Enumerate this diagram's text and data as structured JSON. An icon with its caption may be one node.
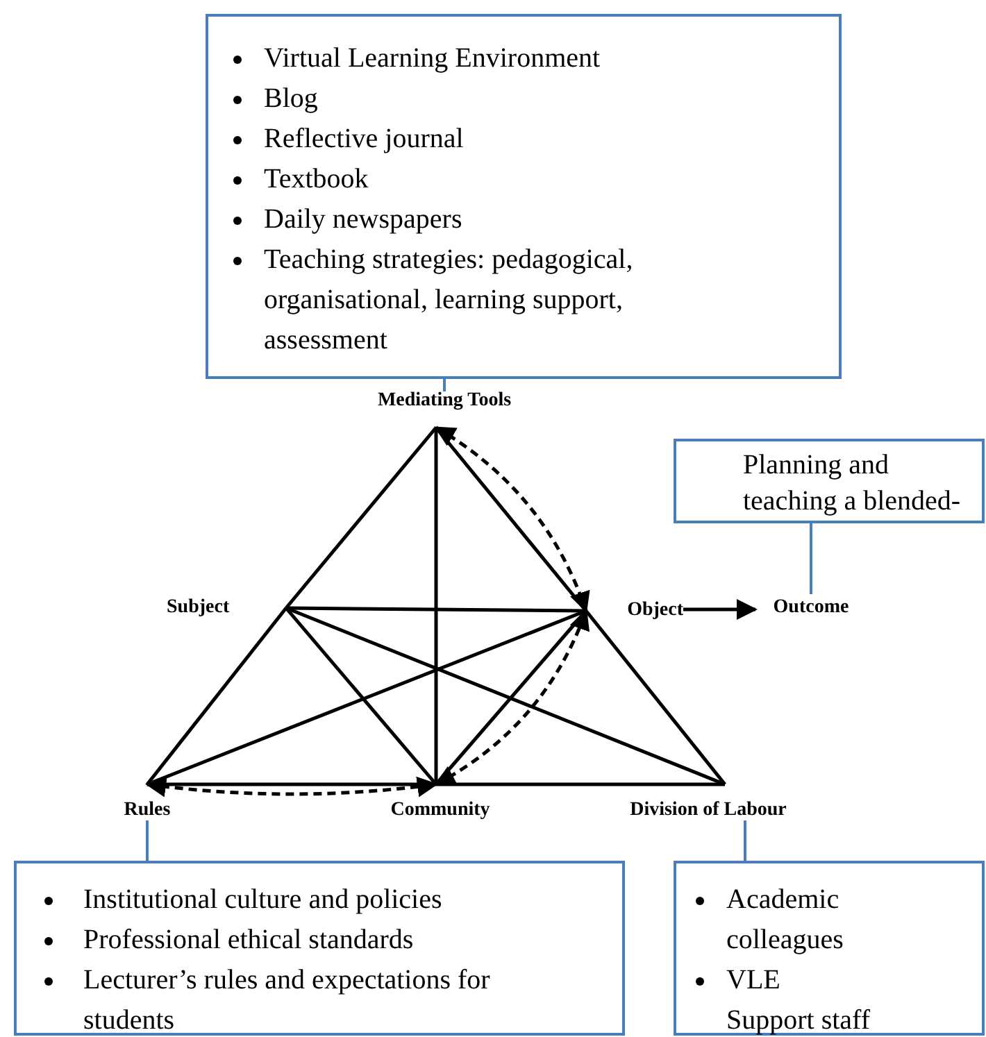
{
  "diagram": {
    "nodes": [
      {
        "text": [
          "Virtual Learning Environment",
          "Blog",
          "Reflective journal",
          "Textbook",
          "Daily newspapers",
          "Teaching strategies: pedagogical, organisational, learning support, assessment"
        ]
      },
      {
        "text": [
          "Mediating Tools"
        ]
      },
      {
        "text": [
          "Subject"
        ]
      },
      {
        "text": [
          "Object"
        ]
      },
      {
        "text": [
          "Outcome"
        ]
      },
      {
        "text": [
          "Rules"
        ]
      },
      {
        "text": [
          "Community"
        ]
      },
      {
        "text": [
          "Division of Labour"
        ]
      },
      {
        "text": [
          "Planning and teaching a blended-"
        ]
      },
      {
        "text": [
          "Institutional culture and policies",
          "Professional ethical standards",
          "Lecturer’s rules and expectations for students"
        ]
      },
      {
        "text": [
          "Academic colleagues",
          "VLE Support staff"
        ]
      }
    ],
    "edges": [
      {
        "from": 1,
        "to": 2,
        "arrow": "none"
      },
      {
        "from": 2,
        "to": 5,
        "arrow": "none"
      },
      {
        "from": 1,
        "to": 3,
        "arrow": "none"
      },
      {
        "from": 3,
        "to": 7,
        "arrow": "none"
      },
      {
        "from": 5,
        "to": 6,
        "arrow": "none"
      },
      {
        "from": 6,
        "to": 7,
        "arrow": "none"
      },
      {
        "from": 2,
        "to": 3,
        "arrow": "none"
      },
      {
        "from": 1,
        "to": 6,
        "arrow": "none"
      },
      {
        "from": 2,
        "to": 6,
        "arrow": "none"
      },
      {
        "from": 2,
        "to": 7,
        "arrow": "none"
      },
      {
        "from": 5,
        "to": 3,
        "arrow": "none"
      },
      {
        "from": 6,
        "to": 3,
        "arrow": "none"
      },
      {
        "from": 3,
        "to": 4,
        "arrow": "to"
      },
      {
        "from": 1,
        "to": 3,
        "arrow": "both",
        "style": "dashed"
      },
      {
        "from": 6,
        "to": 3,
        "arrow": "both",
        "style": "dashed"
      },
      {
        "from": 5,
        "to": 6,
        "arrow": "both",
        "style": "dashed"
      },
      {
        "from": 0,
        "to": 1,
        "arrow": "none",
        "color": "#4a7ebb"
      },
      {
        "from": 8,
        "to": 4,
        "arrow": "none",
        "color": "#4a7ebb"
      },
      {
        "from": 9,
        "to": 5,
        "arrow": "none",
        "color": "#4a7ebb"
      },
      {
        "from": 10,
        "to": 7,
        "arrow": "none",
        "color": "#4a7ebb"
      }
    ]
  }
}
